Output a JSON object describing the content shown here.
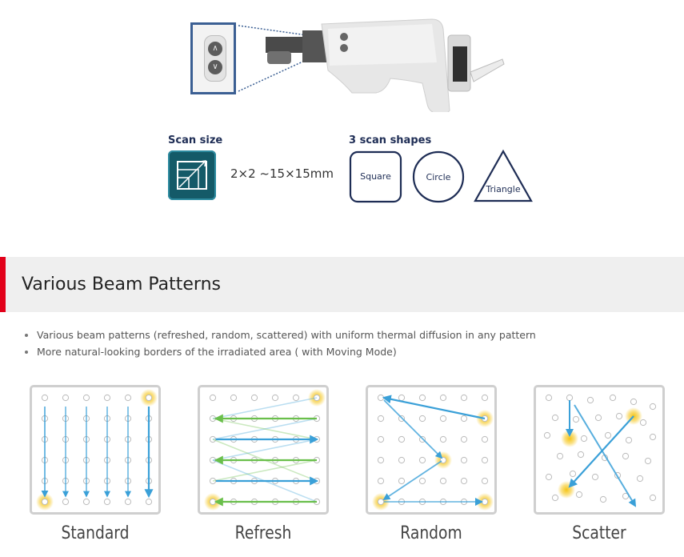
{
  "device": {
    "zoom_buttons": [
      "∧",
      "∨"
    ]
  },
  "scan_size": {
    "label": "Scan size",
    "range": "2×2 ~15×15mm"
  },
  "scan_shapes": {
    "label": "3 scan shapes",
    "shapes": [
      "Square",
      "Circle",
      "Triangle"
    ]
  },
  "section": {
    "title": "Various Beam Patterns"
  },
  "bullets": [
    "Various beam patterns (refreshed, random, scattered) with uniform thermal diffusion in any pattern",
    "More natural-looking borders of the irradiated area ( with Moving Mode)"
  ],
  "patterns": [
    {
      "label": "Standard"
    },
    {
      "label": "Refresh"
    },
    {
      "label": "Random"
    },
    {
      "label": "Scatter"
    }
  ],
  "colors": {
    "accent_red": "#e2001a",
    "arrow_blue": "#3aa0d8",
    "arrow_green": "#6abf4b",
    "highlight_yellow": "#f5c518",
    "navy_text": "#1e2d55",
    "icon_teal": "#145a68"
  }
}
